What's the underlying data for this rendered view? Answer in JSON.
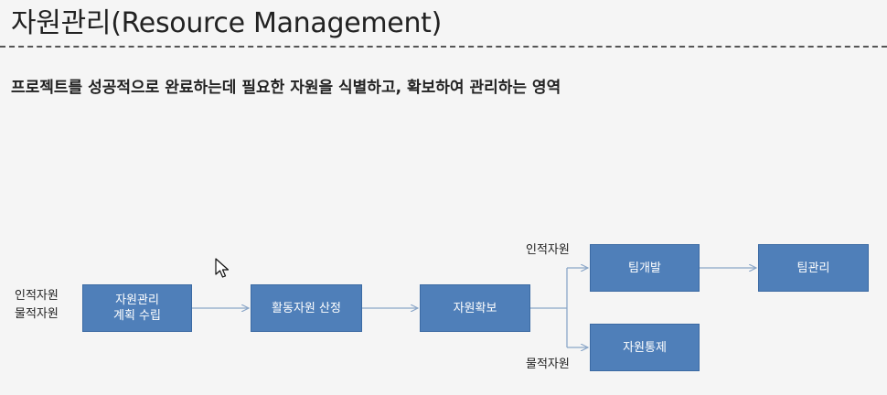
{
  "title": "자원관리(Resource Management)",
  "subtitle": "프로젝트를 성공적으로 완료하는데 필요한 자원을 식별하고, 확보하여 관리하는 영역",
  "diagram": {
    "inputs": [
      "인적자원",
      "물적자원"
    ],
    "nodes": {
      "plan": [
        "자원관리",
        "계획 수립"
      ],
      "estimate": "활동자원 산정",
      "acquire": "자원확보",
      "develop": "팀개발",
      "manage": "팀관리",
      "control": "자원통제"
    },
    "branch_labels": {
      "human": "인적자원",
      "physical": "물적자원"
    }
  },
  "colors": {
    "box_fill": "#4f7fb9",
    "connector": "#8aa6c8",
    "background": "#f5f5f5"
  },
  "icons": [
    "mouse-cursor-icon"
  ]
}
